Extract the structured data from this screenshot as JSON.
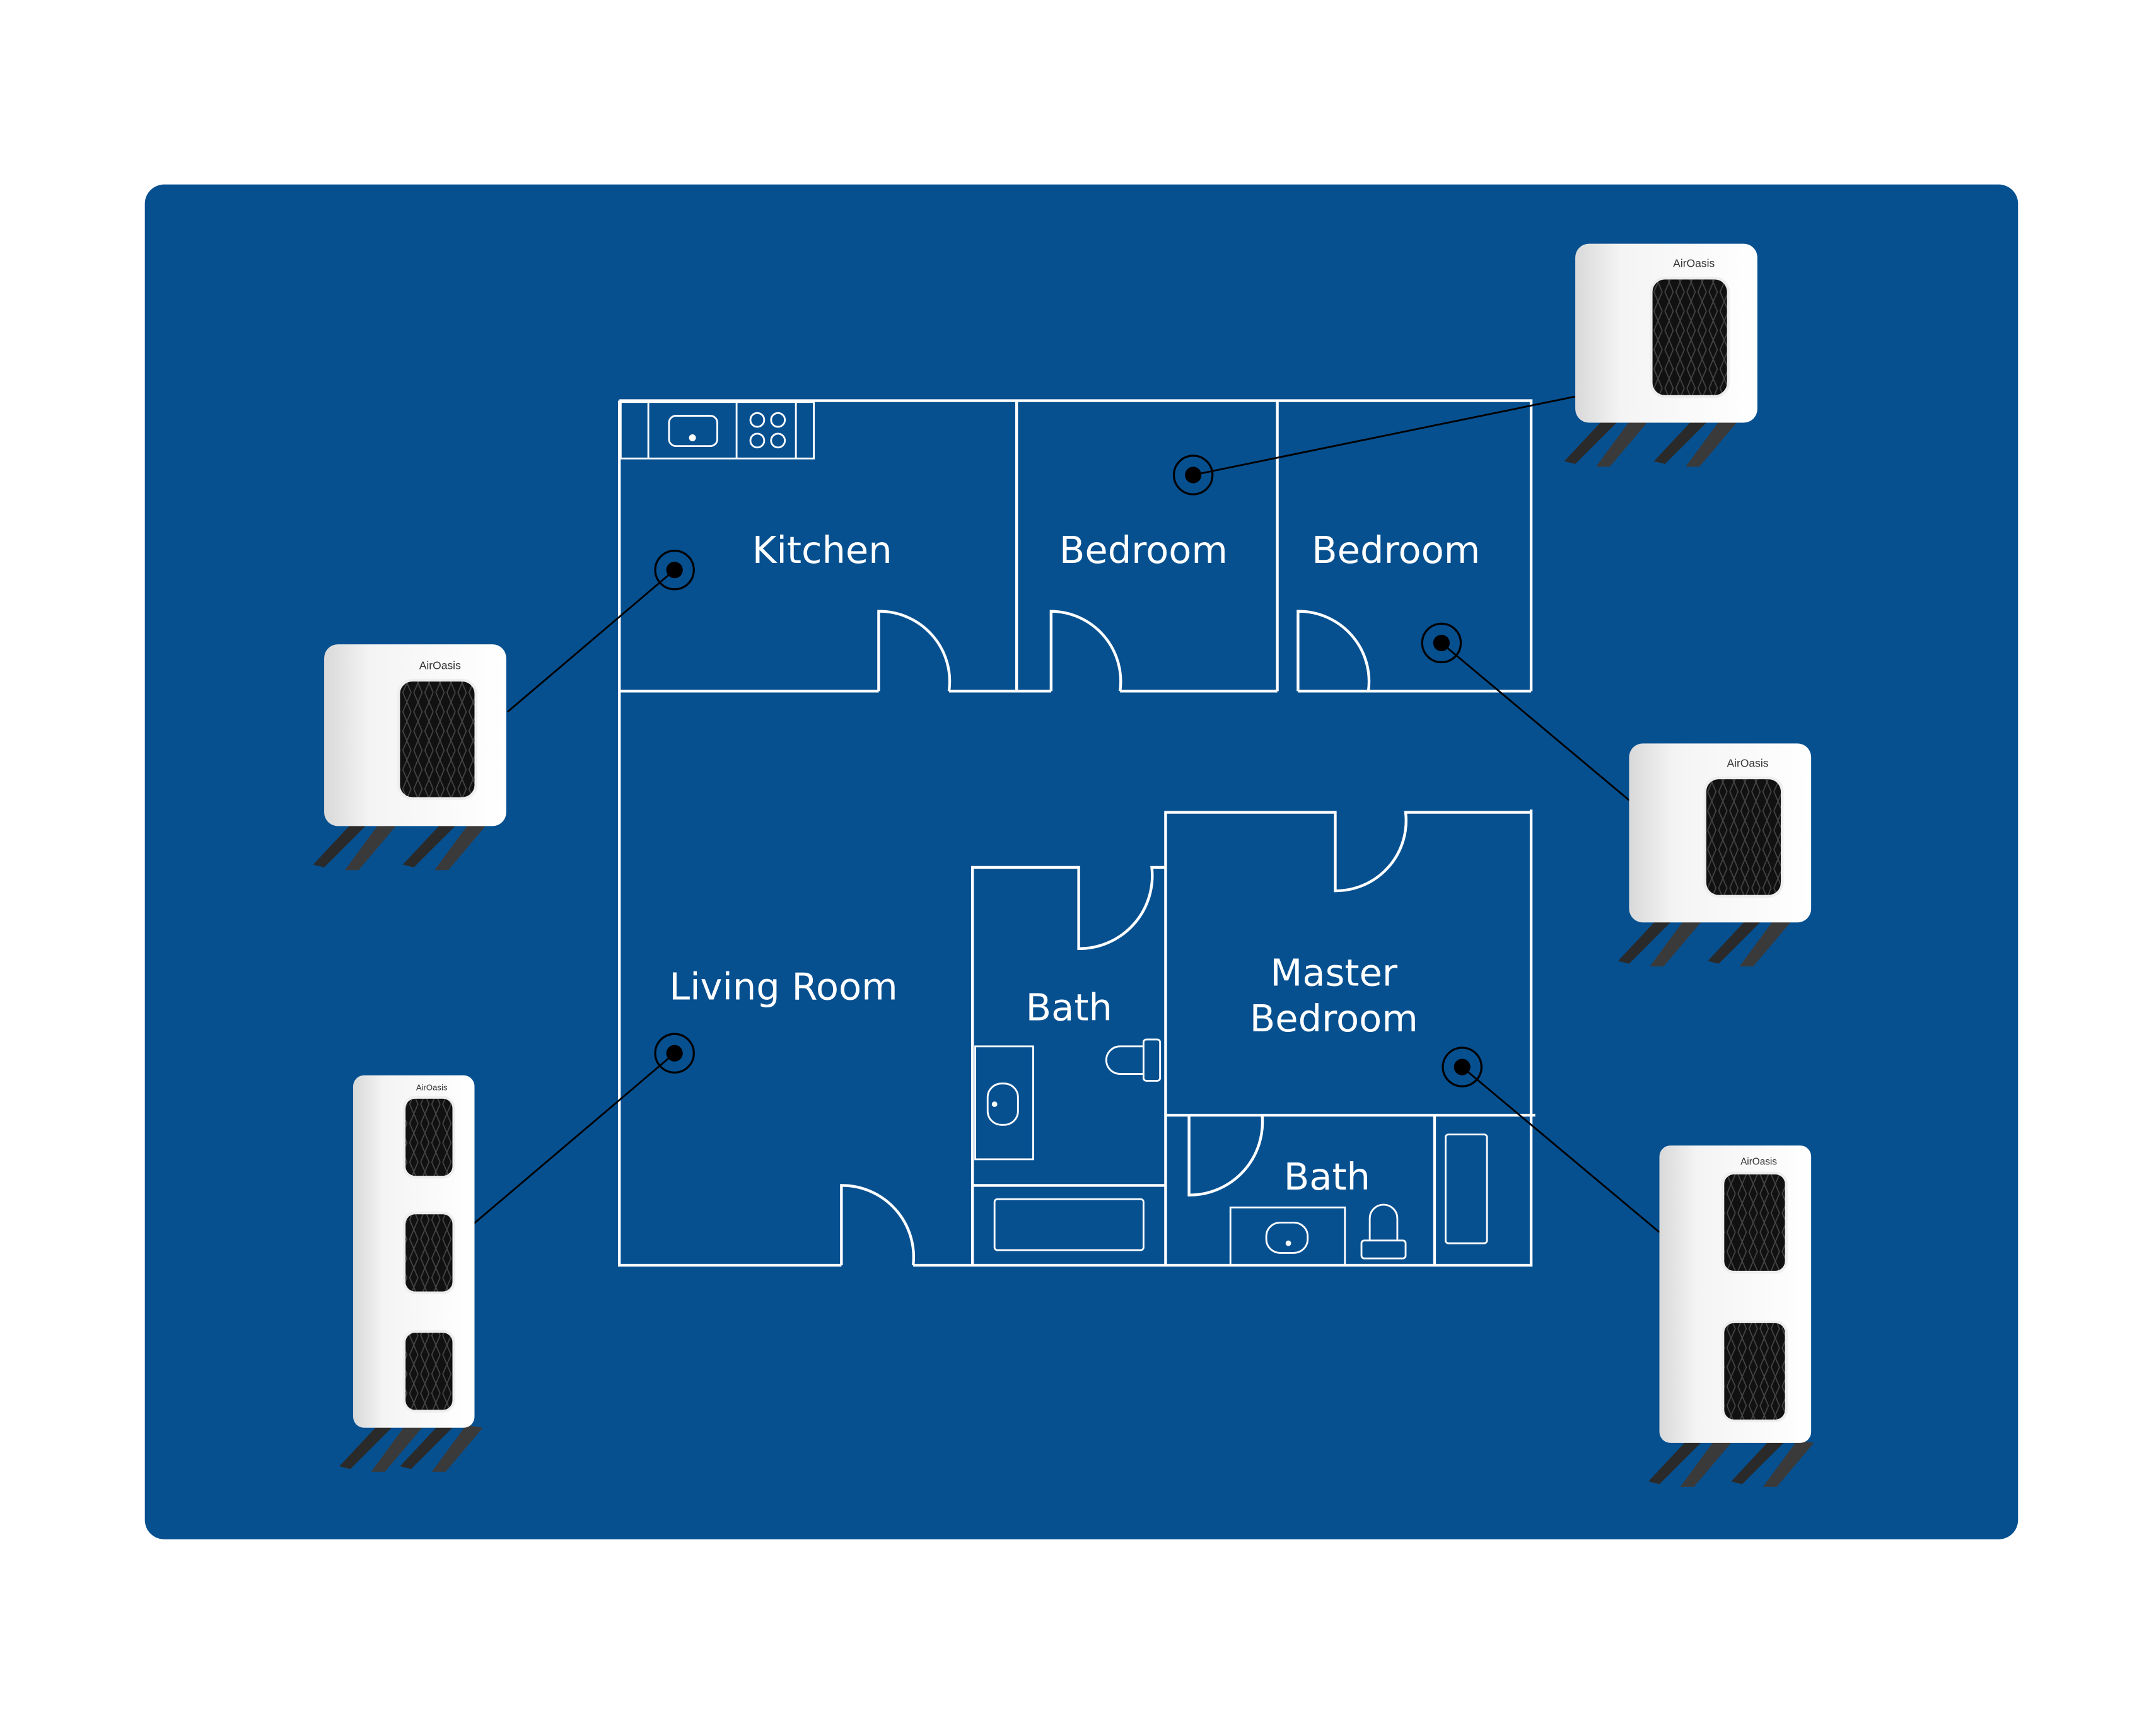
{
  "colors": {
    "background": "#ffffff",
    "panel": "#065090",
    "lines": "#ffffff",
    "connector": "#000000"
  },
  "rooms": {
    "kitchen": "Kitchen",
    "bedroom_1": "Bedroom",
    "bedroom_2": "Bedroom",
    "living_room": "Living Room",
    "bath_1": "Bath",
    "master_bedroom_line1": "Master",
    "master_bedroom_line2": "Bedroom",
    "bath_2": "Bath"
  },
  "brand": "AirOasis"
}
